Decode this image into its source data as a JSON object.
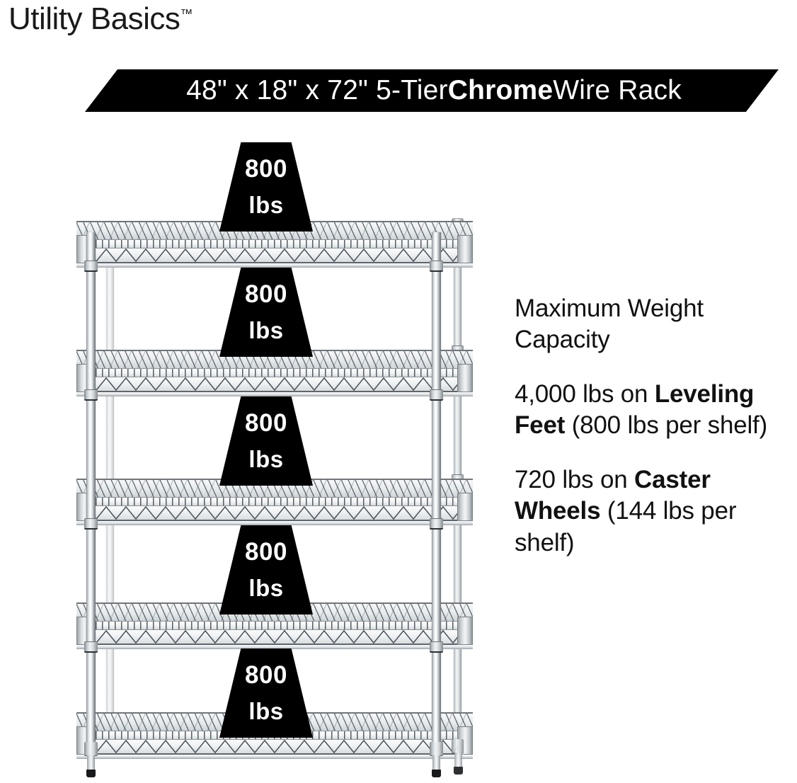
{
  "brand": {
    "name": "Utility Basics",
    "trademark": "™"
  },
  "banner": {
    "prefix": "48\" x 18\" x 72\" 5-Tier ",
    "emphasis": "Chrome",
    "suffix": " Wire Rack"
  },
  "info": {
    "heading": "Maximum Weight Capacity",
    "paragraph_1": {
      "lead": "4,000 lbs on ",
      "bold": "Leveling Feet",
      "tail": " (800 lbs per shelf)"
    },
    "paragraph_2": {
      "lead": "720 lbs on ",
      "bold": "Caster Wheels",
      "tail": " (144 lbs per shelf)"
    }
  },
  "rack": {
    "tier_count": 5,
    "capacity_labels": [
      {
        "value": "800",
        "unit": "lbs"
      },
      {
        "value": "800",
        "unit": "lbs"
      },
      {
        "value": "800",
        "unit": "lbs"
      },
      {
        "value": "800",
        "unit": "lbs"
      },
      {
        "value": "800",
        "unit": "lbs"
      }
    ],
    "finish": "chrome",
    "foot_type": "leveling-feet",
    "colors": {
      "callout_background": "#000000",
      "callout_text": "#ffffff",
      "banner_background": "#000000",
      "banner_text": "#ffffff",
      "body_text": "#111111",
      "chrome_highlight": "#f7f8f9",
      "chrome_shadow": "#6d7277"
    }
  }
}
